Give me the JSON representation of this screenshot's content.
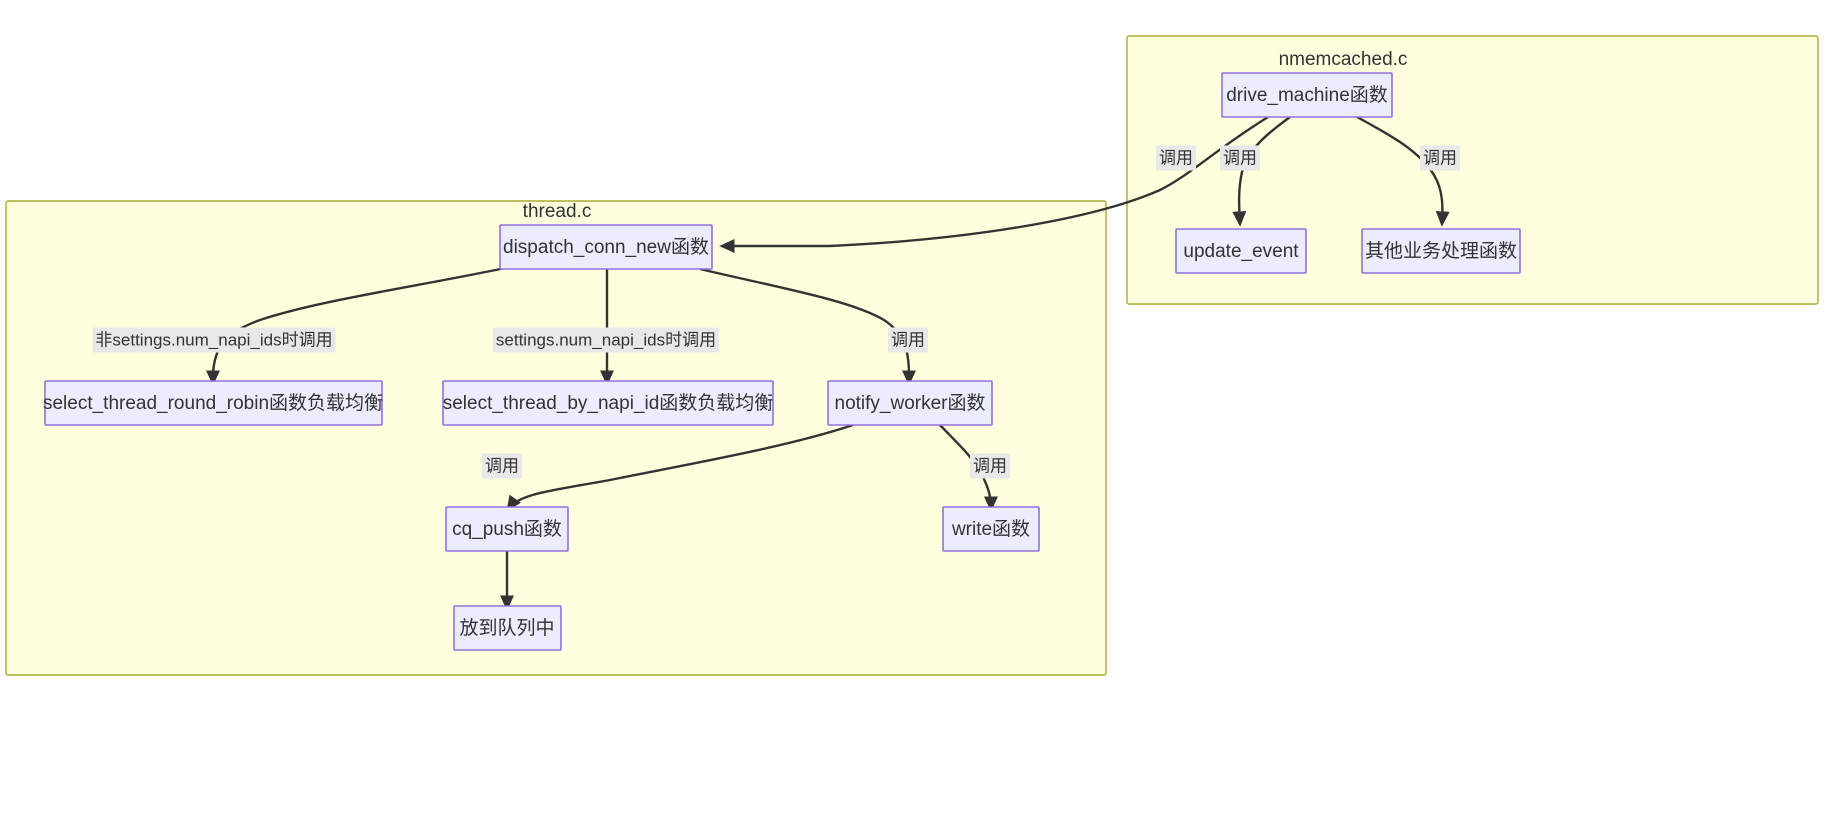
{
  "diagram": {
    "title": "memcached function call flow",
    "colors": {
      "cluster_fill": "#ffffde",
      "cluster_stroke": "#aaaa33",
      "node_fill": "#ececff",
      "node_stroke": "#9370db",
      "edge_stroke": "#333333",
      "edge_label_bg": "#e8e8e8",
      "text": "#333333",
      "page_background": "#ffffff"
    },
    "clusters": [
      {
        "id": "thread_c",
        "title": "thread.c"
      },
      {
        "id": "nmemcached_c",
        "title": "nmemcached.c"
      }
    ],
    "nodes": [
      {
        "id": "drive_machine",
        "label": "drive_machine函数",
        "cluster": "nmemcached_c"
      },
      {
        "id": "update_event",
        "label": "update_event",
        "cluster": "nmemcached_c"
      },
      {
        "id": "other_business",
        "label": "其他业务处理函数",
        "cluster": "nmemcached_c"
      },
      {
        "id": "dispatch_conn_new",
        "label": "dispatch_conn_new函数",
        "cluster": "thread_c"
      },
      {
        "id": "select_thread_round_robin",
        "label": "select_thread_round_robin函数负载均衡",
        "cluster": "thread_c"
      },
      {
        "id": "select_thread_by_napi_id",
        "label": "select_thread_by_napi_id函数负载均衡",
        "cluster": "thread_c"
      },
      {
        "id": "notify_worker",
        "label": "notify_worker函数",
        "cluster": "thread_c"
      },
      {
        "id": "cq_push",
        "label": "cq_push函数",
        "cluster": "thread_c"
      },
      {
        "id": "write_fn",
        "label": "write函数",
        "cluster": "thread_c"
      },
      {
        "id": "enqueue",
        "label": "放到队列中",
        "cluster": "thread_c"
      }
    ],
    "edges": [
      {
        "id": "e1",
        "from": "drive_machine",
        "to": "dispatch_conn_new",
        "label": "调用"
      },
      {
        "id": "e2",
        "from": "drive_machine",
        "to": "update_event",
        "label": "调用"
      },
      {
        "id": "e3",
        "from": "drive_machine",
        "to": "other_business",
        "label": "调用"
      },
      {
        "id": "e4",
        "from": "dispatch_conn_new",
        "to": "select_thread_round_robin",
        "label": "非settings.num_napi_ids时调用"
      },
      {
        "id": "e5",
        "from": "dispatch_conn_new",
        "to": "select_thread_by_napi_id",
        "label": "settings.num_napi_ids时调用"
      },
      {
        "id": "e6",
        "from": "dispatch_conn_new",
        "to": "notify_worker",
        "label": "调用"
      },
      {
        "id": "e7",
        "from": "notify_worker",
        "to": "cq_push",
        "label": "调用"
      },
      {
        "id": "e8",
        "from": "notify_worker",
        "to": "write_fn",
        "label": "调用"
      },
      {
        "id": "e9",
        "from": "cq_push",
        "to": "enqueue",
        "label": ""
      }
    ]
  }
}
